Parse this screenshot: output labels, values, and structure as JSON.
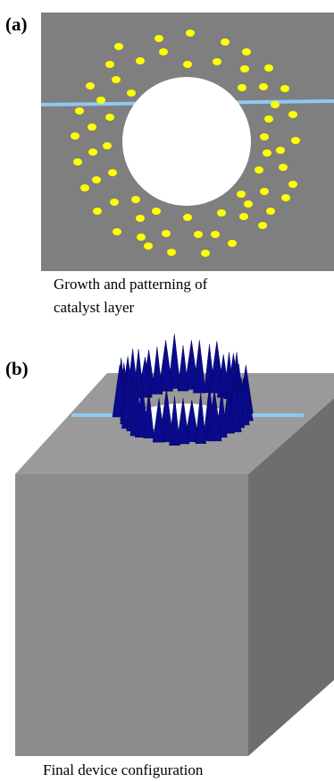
{
  "panel_a": {
    "label": "(a)",
    "caption_line1": "Growth and patterning of",
    "caption_line2": "catalyst layer"
  },
  "panel_b": {
    "label": "(b)",
    "caption": "Final device configuration"
  },
  "colors": {
    "substrate_top": "#7f7f7f",
    "substrate_front": "#8c8c8c",
    "substrate_right": "#6e6e6e",
    "top_face_b": "#9a9a9a",
    "hole": "#ffffff",
    "catalyst_dot": "#ffff00",
    "waveguide_line": "#8fc8f0",
    "nanotube": "#0a0a8c"
  },
  "icons": {
    "catalyst": "yellow-dot",
    "nanotube": "blue-cone"
  }
}
